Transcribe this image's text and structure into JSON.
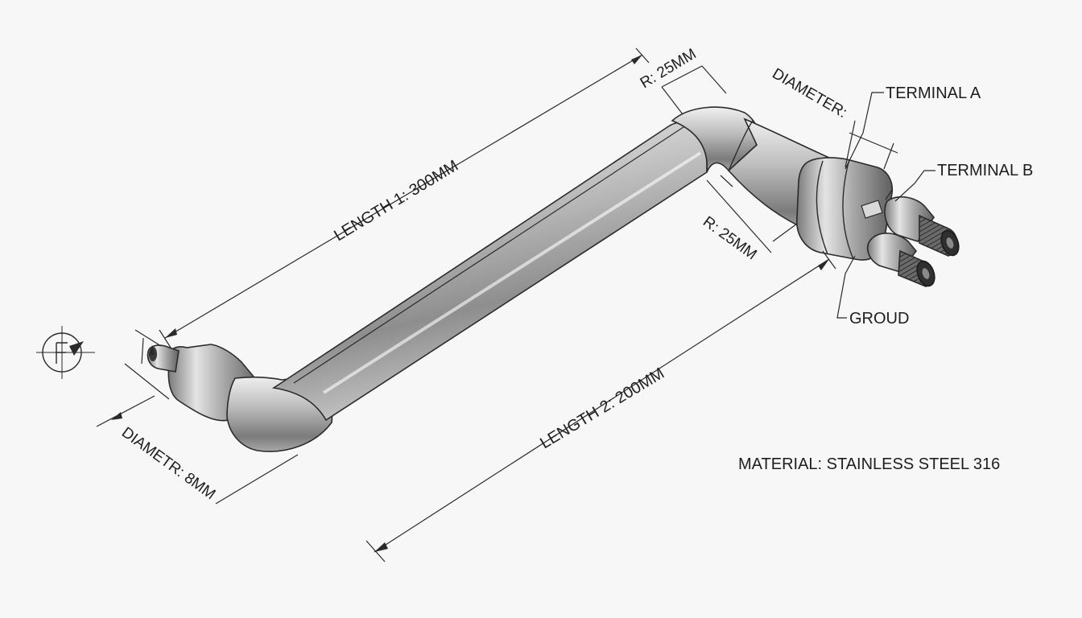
{
  "labels": {
    "length1": "LENGTH 1: 300MM",
    "length2": "LENGTH 2: 200MM",
    "radius_top": "R: 25MM",
    "radius_mid": "R: 25MM",
    "diameter_top": "DIAMETER:",
    "diameter_left": "DIAMETR: 8MM",
    "terminal_a": "TERMINAL A",
    "terminal_b": "TERMINAL B",
    "ground": "GROUD",
    "material": "MATERIAL: STAINLESS STEEL 316"
  },
  "icons": {
    "projection_symbol": "first-angle-projection-icon"
  },
  "colors": {
    "background": "#f7f7f7",
    "steel_light": "#e9e9e9",
    "steel_mid": "#b4b4b4",
    "steel_dark": "#6d6d6d",
    "line": "#2a2a2a"
  }
}
